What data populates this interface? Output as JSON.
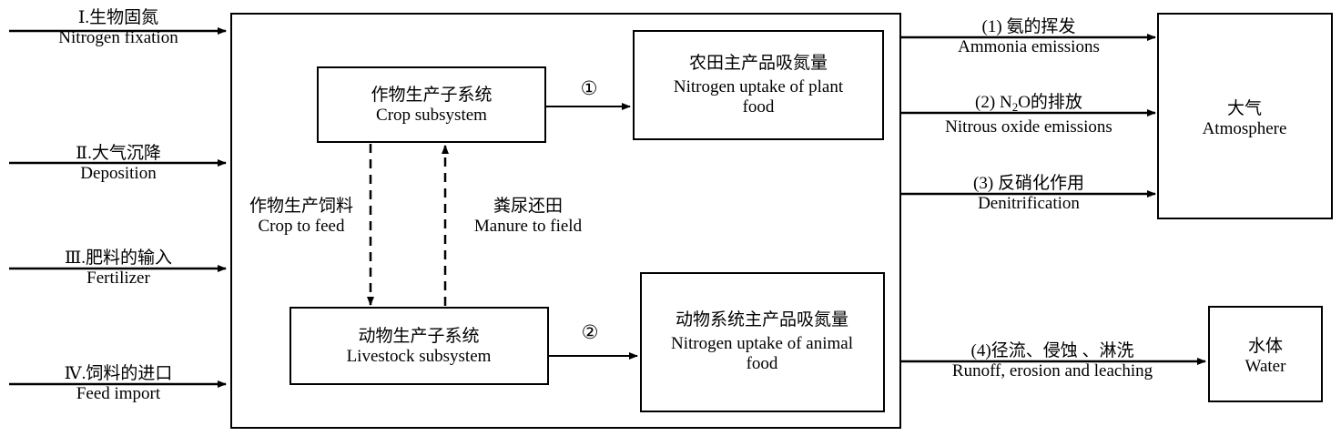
{
  "inputs": [
    {
      "cn": "Ⅰ.生物固氮",
      "en": "Nitrogen fixation"
    },
    {
      "cn": "Ⅱ.大气沉降",
      "en": "Deposition"
    },
    {
      "cn": "Ⅲ.肥料的输入",
      "en": "Fertilizer"
    },
    {
      "cn": "Ⅳ.饲料的进口",
      "en": "Feed import"
    }
  ],
  "crop_subsystem": {
    "cn": "作物生产子系统",
    "en": "Crop subsystem"
  },
  "livestock_subsystem": {
    "cn": "动物生产子系统",
    "en": "Livestock subsystem"
  },
  "crop_to_feed": {
    "cn": "作物生产饲料",
    "en": "Crop to feed"
  },
  "manure_to_field": {
    "cn": "粪尿还田",
    "en": "Manure to field"
  },
  "plant_food": {
    "cn": "农田主产品吸氮量",
    "en_line1": "Nitrogen uptake of plant",
    "en_line2": "food"
  },
  "animal_food": {
    "cn": "动物系统主产品吸氮量",
    "en_line1": "Nitrogen uptake of animal",
    "en_line2": "food"
  },
  "circle_1": "①",
  "circle_2": "②",
  "outputs": {
    "ammonia": {
      "cn": "(1) 氨的挥发",
      "en": "Ammonia emissions"
    },
    "n2o": {
      "cn_prefix": "(2) N",
      "cn_sub": "2",
      "cn_suffix": "O的排放",
      "en": "Nitrous oxide emissions"
    },
    "denitrification": {
      "cn": "(3) 反硝化作用",
      "en": "Denitrification"
    },
    "runoff": {
      "cn": "(4)径流、侵蚀 、淋洗",
      "en": "Runoff, erosion and leaching"
    }
  },
  "atmosphere": {
    "cn": "大气",
    "en": "Atmosphere"
  },
  "water": {
    "cn": "水体",
    "en": "Water"
  }
}
